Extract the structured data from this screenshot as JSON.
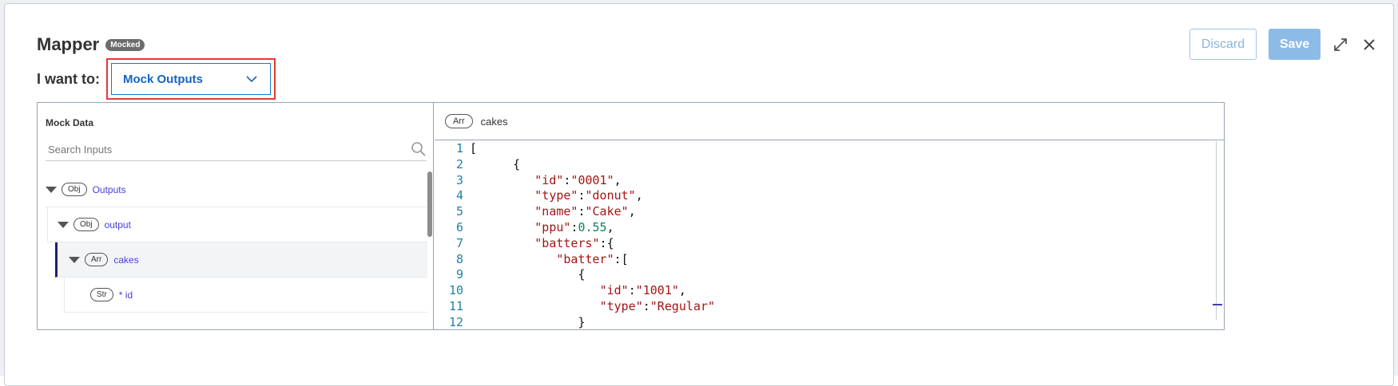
{
  "modal": {
    "title": "Mapper",
    "badge": "Mocked"
  },
  "toolbar": {
    "discard_label": "Discard",
    "save_label": "Save"
  },
  "want": {
    "label": "I want to:",
    "selected": "Mock Outputs"
  },
  "left_panel": {
    "title": "Mock Data",
    "search_placeholder": "Search Inputs",
    "tree": [
      {
        "type": "Obj",
        "label": "Outputs"
      },
      {
        "type": "Obj",
        "label": "output"
      },
      {
        "type": "Arr",
        "label": "cakes"
      },
      {
        "type": "Str",
        "label": "* id"
      }
    ]
  },
  "right_panel": {
    "type": "Arr",
    "label": "cakes"
  },
  "editor": {
    "line_numbers": [
      "1",
      "2",
      "3",
      "4",
      "5",
      "6",
      "7",
      "8",
      "9",
      "10",
      "11",
      "12"
    ]
  },
  "colors": {
    "accent": "#1976d2",
    "highlight": "#e53935",
    "save": "#8cbbe8",
    "tree_label": "#4a3fd6"
  }
}
